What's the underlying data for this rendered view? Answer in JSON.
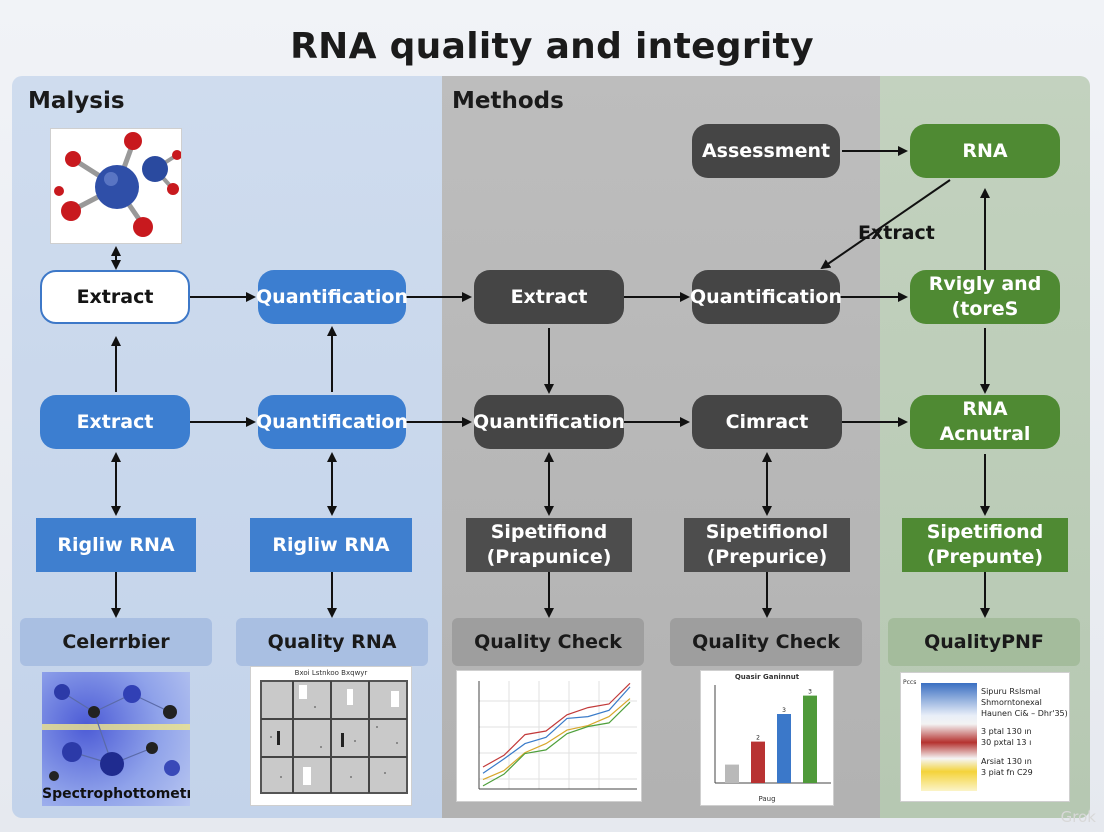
{
  "title": "RNA quality and integrity",
  "panels": {
    "left": {
      "label": "Malysis"
    },
    "middle": {
      "label": "Methods"
    }
  },
  "nodes": {
    "assessment": "Assessment",
    "rna_top": "RNA",
    "extract_label": "Extract",
    "row1": [
      "Extract",
      "Quantification",
      "Extract",
      "Quantification",
      "Rvigly and\n(toreS"
    ],
    "row2": [
      "Extract",
      "Quantification",
      "Quantification",
      "Cimract",
      "RNA\nAcnutral"
    ],
    "row3": [
      "Rigliw RNA",
      "Rigliw RNA",
      "Sipetifiond\n(Prapunice)",
      "Sipetifionol\n(Prepurice)",
      "Sipetifiond\n(Prepunte)"
    ],
    "categories": [
      "Celerrbier",
      "Quality RNA",
      "Quality Check",
      "Quality Check",
      "QualityPNF"
    ]
  },
  "thumbnails": {
    "spectro_label": "Spectrophottometry",
    "gel_title": "Bxoi Lstnkoo Bxqwyr",
    "bar_chart_title": "Quasir Ganinnut",
    "bar_chart_xlabel": "Paug",
    "bar_chart_values": [
      2,
      4.5,
      7.5,
      9.5
    ],
    "bar_chart_data_labels": [
      "2",
      "3",
      "3"
    ],
    "bar_chart_colors": [
      "#b9b9b9",
      "#b83232",
      "#3b78c9",
      "#4f9a3a"
    ],
    "line_chart_series_colors": [
      "#c23a3a",
      "#3a7bc9",
      "#d8a72c",
      "#4fa03c"
    ],
    "legend_lines": [
      "Sipuru Rslsmal",
      "Shmorntonexal",
      "Haunen Ci& – Dhr'35)",
      "3 ptal 130 ın",
      "30 pxtal 13 ı",
      "Arsiat 130 ın",
      "3 piat fn C29"
    ],
    "legend_y_label": "Pccs"
  },
  "colors": {
    "blue": "#3c7ed0",
    "dark": "#454545",
    "green": "#4f8a33"
  },
  "watermark": "Grok"
}
